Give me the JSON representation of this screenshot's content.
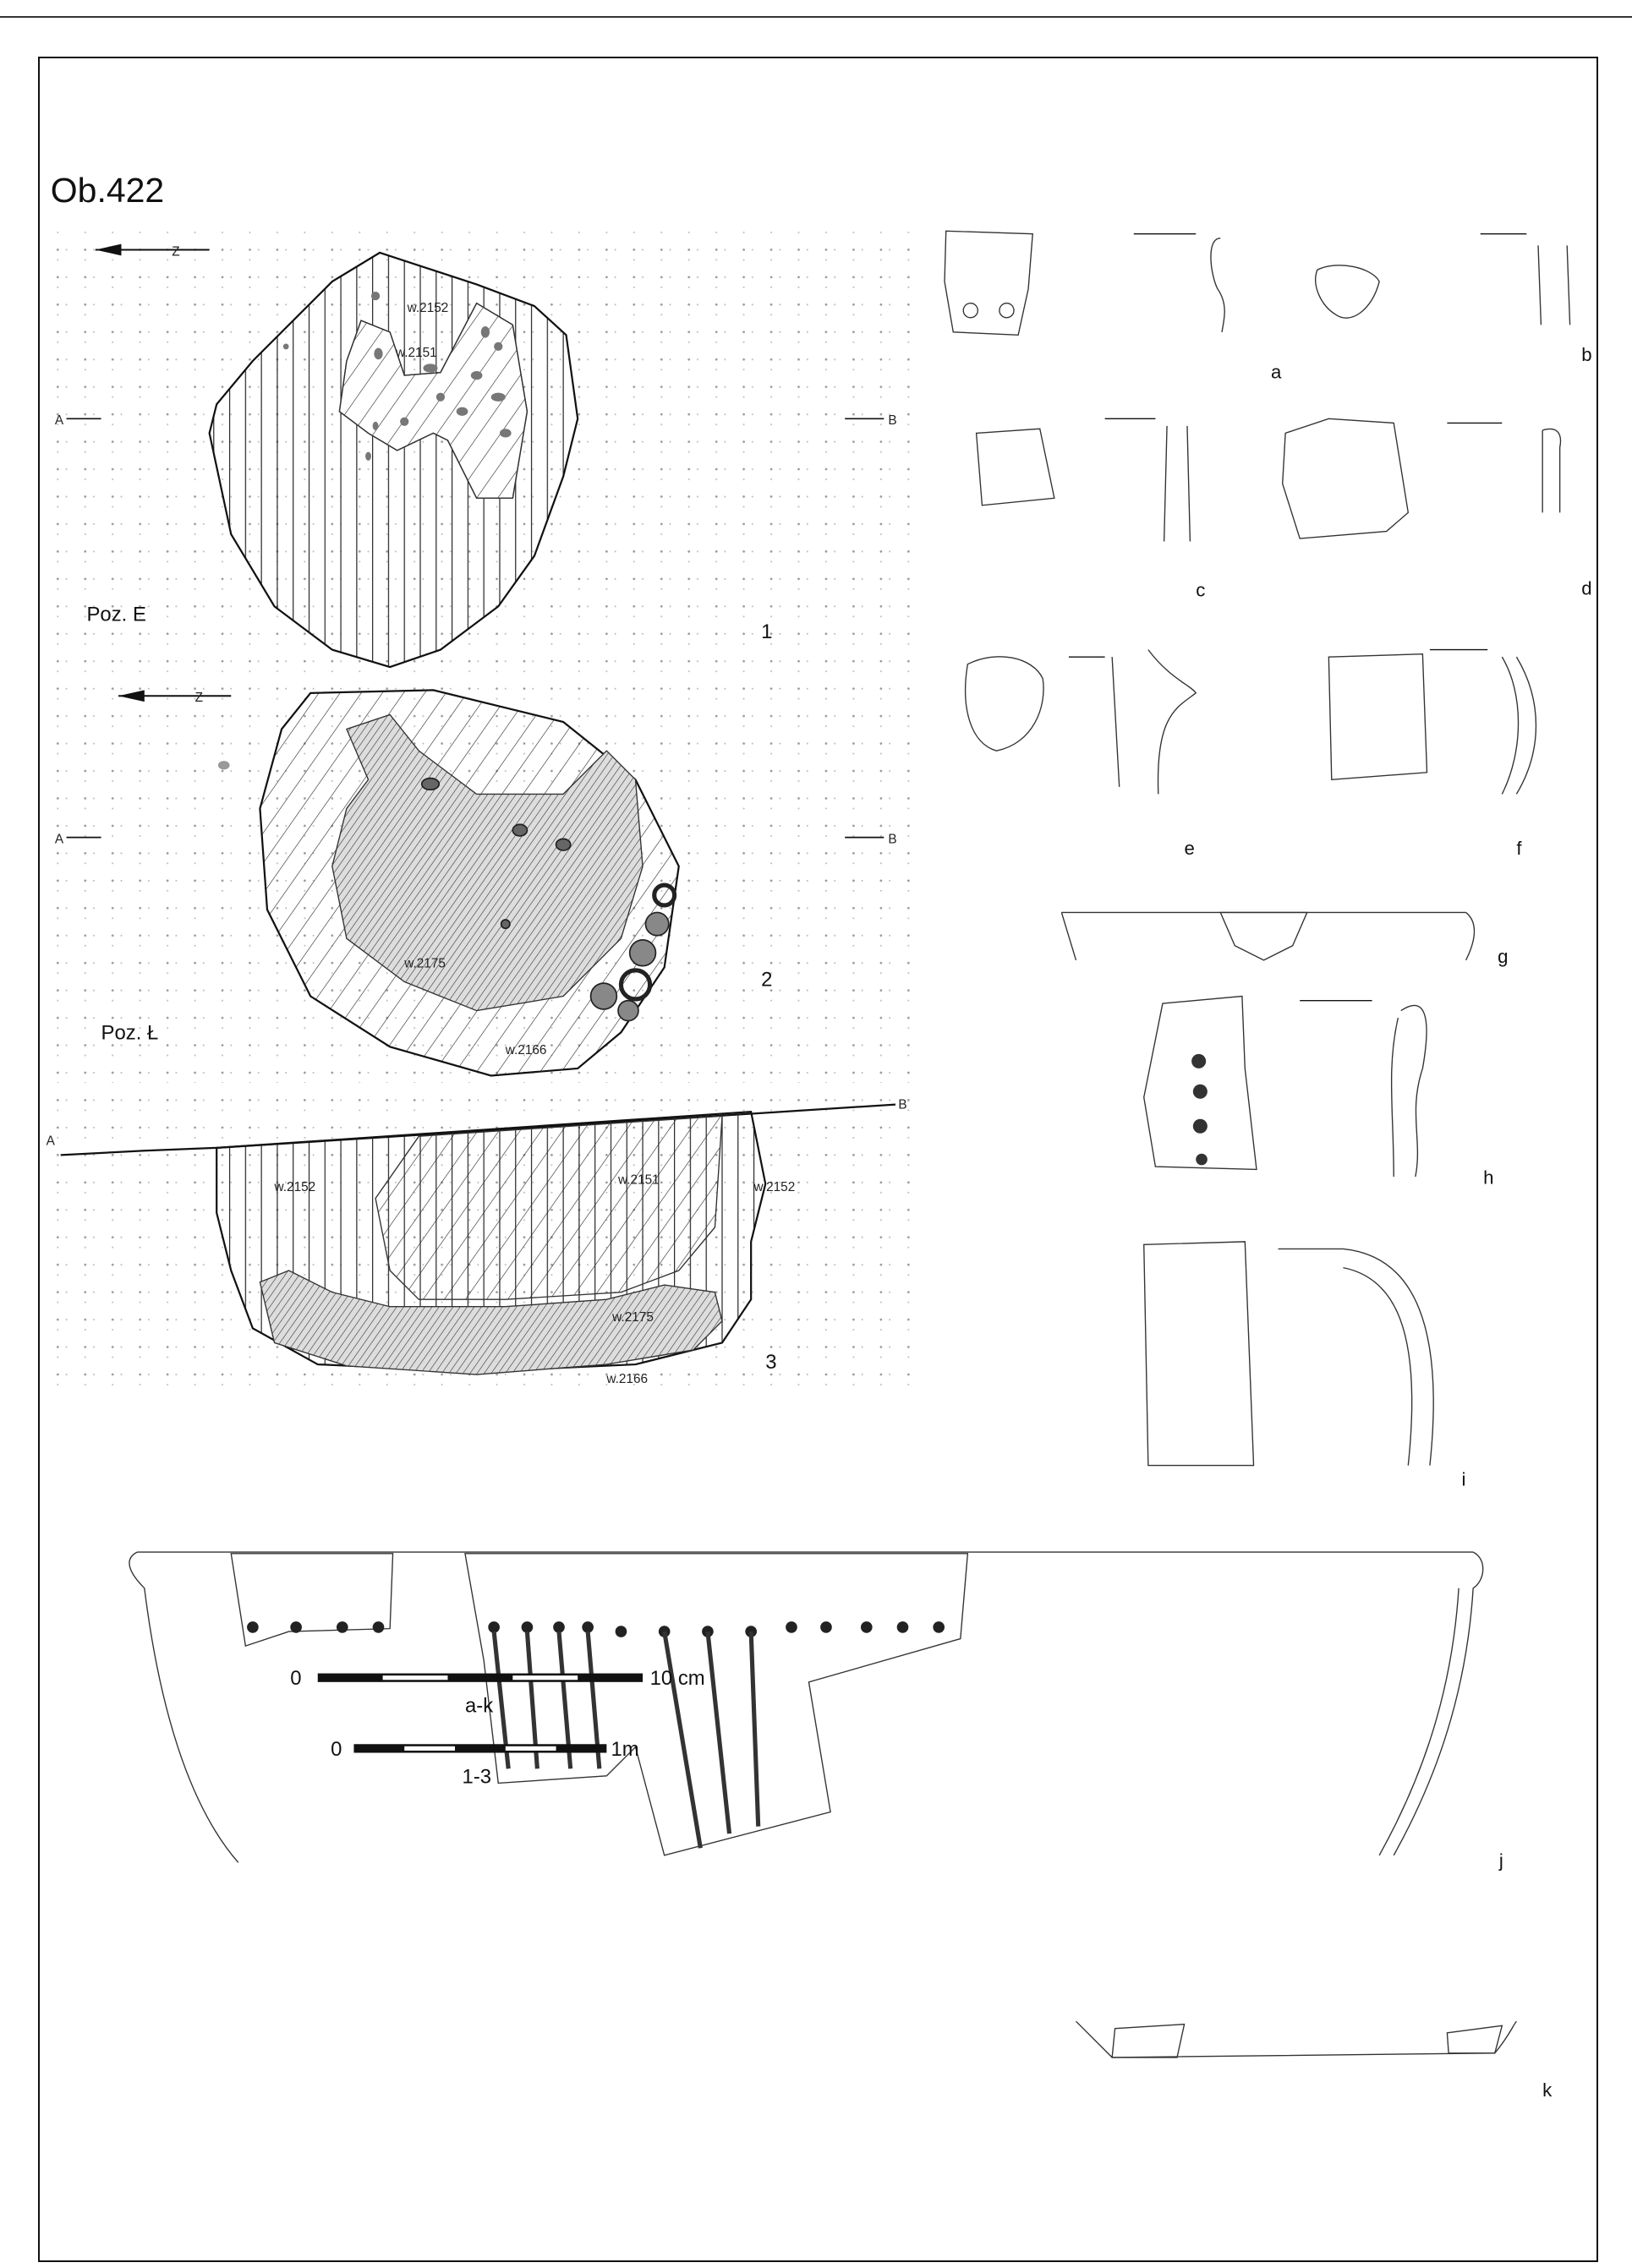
{
  "title": "Ob.422",
  "north_label": "Z",
  "plan1": {
    "number": "1",
    "level": "Poz. E",
    "section_start": "A",
    "section_end": "B",
    "layers": [
      "w.2152",
      "w.2151"
    ]
  },
  "plan2": {
    "number": "2",
    "level": "Poz. Ł",
    "section_start": "A",
    "section_end": "B",
    "layers": [
      "w.2175",
      "w.2166"
    ]
  },
  "section3": {
    "number": "3",
    "start": "A",
    "end": "B",
    "layers": [
      "w.2152",
      "w.2151",
      "w.2152",
      "w.2175",
      "w.2166"
    ]
  },
  "finds": [
    "a",
    "b",
    "c",
    "d",
    "e",
    "f",
    "g",
    "h",
    "i",
    "j",
    "k"
  ],
  "scales": [
    {
      "zero": "0",
      "end": "10 cm",
      "applies_to": "a-k"
    },
    {
      "zero": "0",
      "end": "1m",
      "applies_to": "1-3"
    }
  ],
  "colors": {
    "line": "#111111",
    "fill_dark": "#777777",
    "grid": "#bbbbbb"
  }
}
